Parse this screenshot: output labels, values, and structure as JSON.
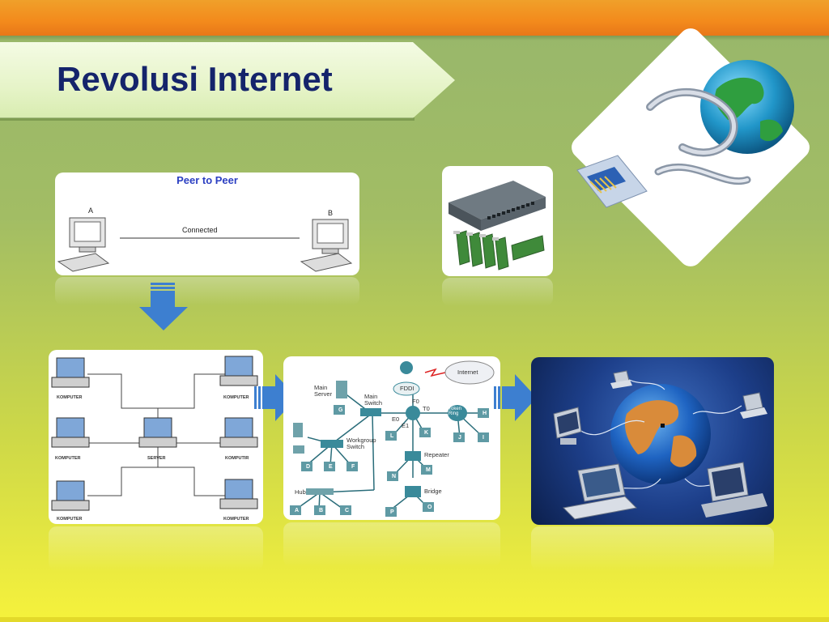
{
  "slide": {
    "title": "Revolusi Internet"
  },
  "peer_to_peer": {
    "title": "Peer to Peer",
    "node_a": "A",
    "node_b": "B",
    "link_label": "Connected"
  },
  "client_server": {
    "computer_label": "KOMPUTER",
    "computer_label_alt": "KOMPUTIR",
    "server_label": "SERVER"
  },
  "network_topology": {
    "labels": {
      "main_server": "Main\nServer",
      "main_switch": "Main\nSwitch",
      "fddi": "FDDI",
      "internet": "Internet",
      "f0": "F0",
      "t0": "T0",
      "e0": "E0",
      "e1": "E1",
      "token_ring": "Token\nRing",
      "workgroup_switch": "Workgroup\nSwitch",
      "repeater": "Repeater",
      "bridge": "Bridge",
      "hub": "Hub"
    },
    "node_letters": [
      "G",
      "L",
      "K",
      "H",
      "J",
      "I",
      "D",
      "E",
      "F",
      "N",
      "M",
      "A",
      "B",
      "C",
      "P",
      "O"
    ]
  },
  "colors": {
    "title": "#15246b",
    "top_bar": "#f38a1c",
    "arrow": "#3d7fd0",
    "topology_line": "#2a6d7a"
  }
}
